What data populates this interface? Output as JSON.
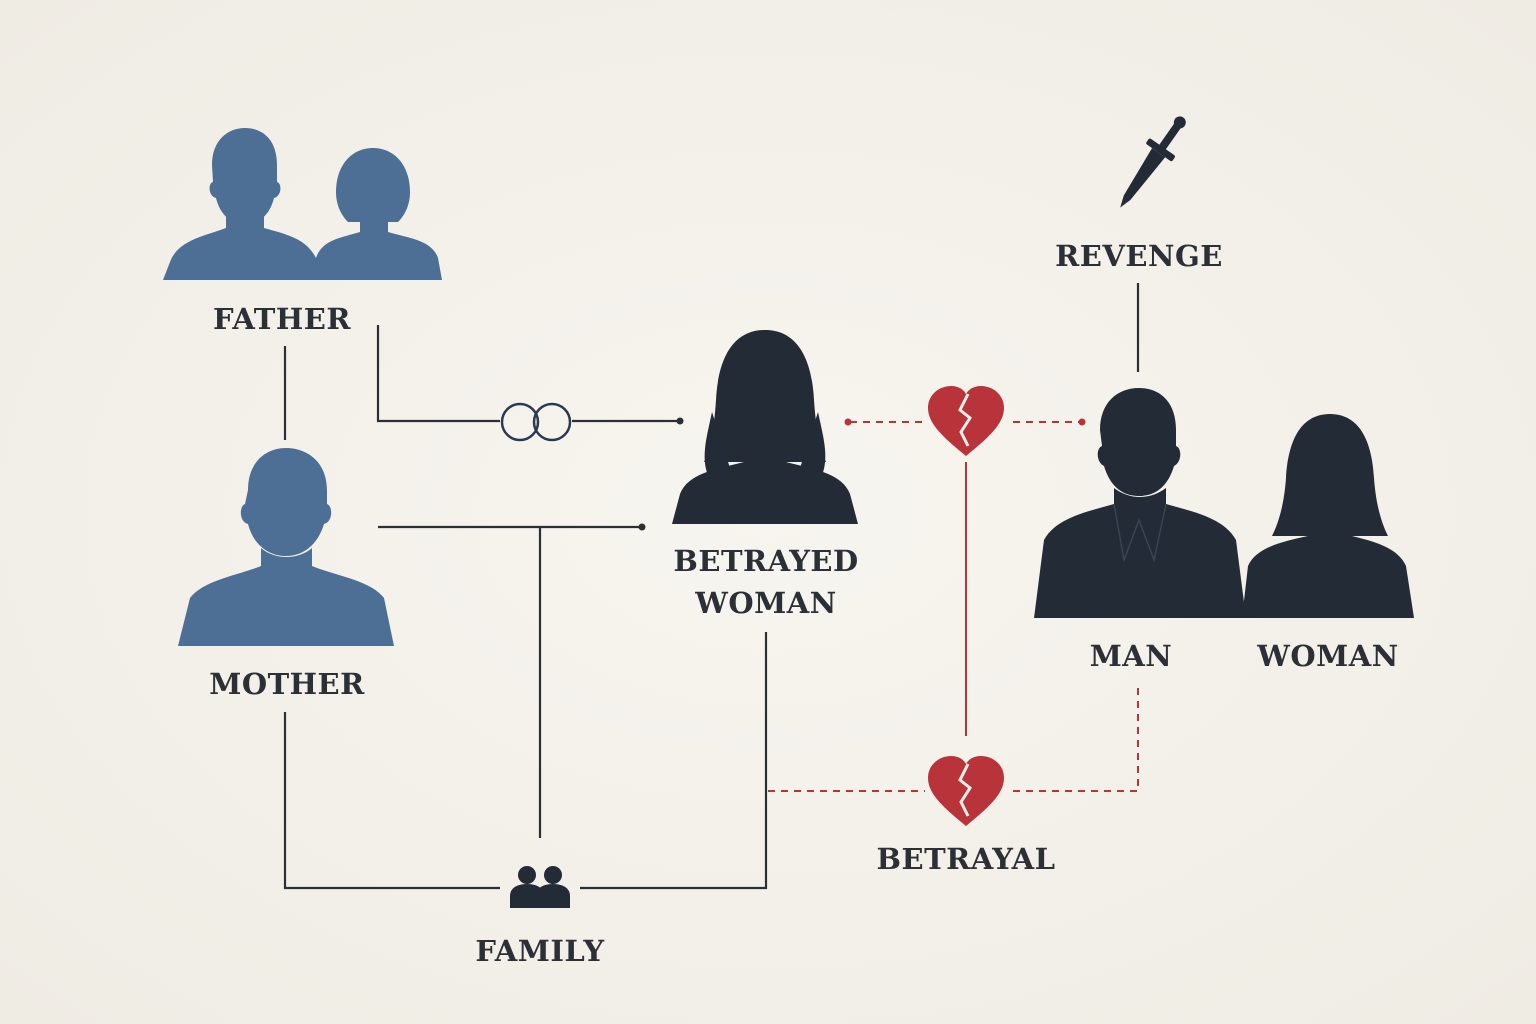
{
  "labels": {
    "father": "FATHER",
    "mother": "MOTHER",
    "betrayed_line1": "BETRAYED",
    "betrayed_line2": "WOMAN",
    "man": "MAN",
    "woman": "WOMAN",
    "revenge": "REVENGE",
    "betrayal": "BETRAYAL",
    "family": "FAMILY"
  },
  "colors": {
    "family_blue": "#4d6f96",
    "dark_silhouette": "#232b36",
    "betrayal_red": "#b8333a",
    "line": "#2b2f36",
    "background": "#f3f0e9"
  },
  "icons": {
    "rings": "wedding-rings-icon",
    "broken_heart": "broken-heart-icon",
    "dagger": "dagger-icon",
    "family": "family-people-icon"
  }
}
